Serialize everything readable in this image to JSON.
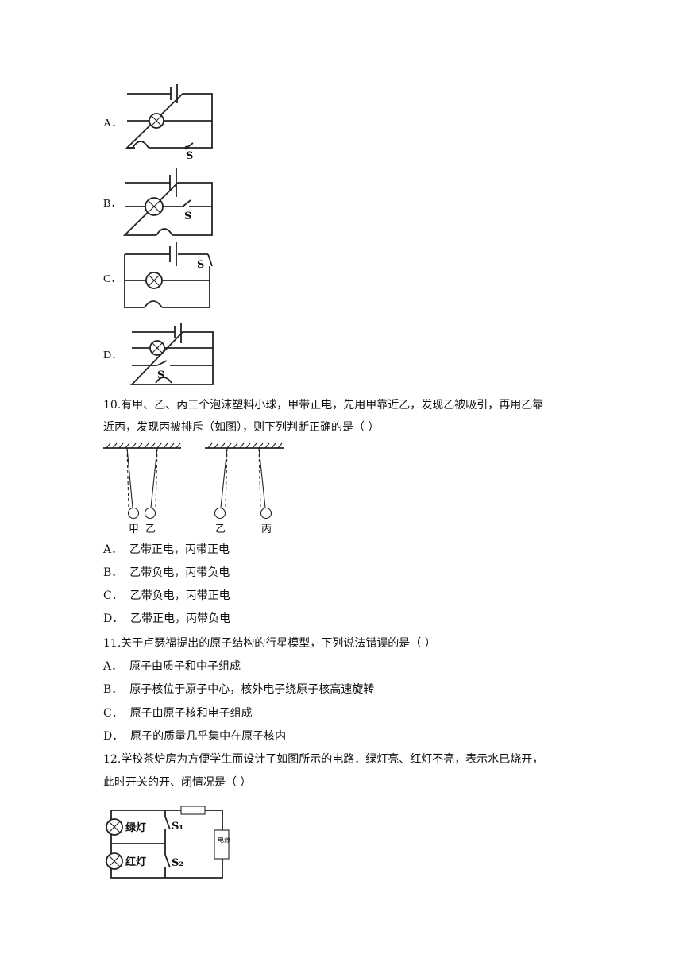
{
  "q9": {
    "options": [
      {
        "label": "A．",
        "switch_label": "S"
      },
      {
        "label": "B．",
        "switch_label": "S"
      },
      {
        "label": "C．",
        "switch_label": "S"
      },
      {
        "label": "D．",
        "switch_label": "S"
      }
    ]
  },
  "q10": {
    "stem_line1": "10.有甲、乙、丙三个泡沫塑料小球，甲带正电，先用甲靠近乙，发现乙被吸引，再用乙靠",
    "stem_line2": "近丙，发现丙被排斥（如图），则下列判断正确的是（   ）",
    "ball_labels": [
      "甲",
      "乙",
      "乙",
      "丙"
    ],
    "options": [
      {
        "label": "A．",
        "text": "乙带正电，丙带正电"
      },
      {
        "label": "B．",
        "text": "乙带负电，丙带负电"
      },
      {
        "label": "C．",
        "text": "乙带负电，丙带正电"
      },
      {
        "label": "D．",
        "text": "乙带正电，丙带负电"
      }
    ]
  },
  "q11": {
    "stem": "11.关于卢瑟福提出的原子结构的行星模型，下列说法错误的是（   ）",
    "options": [
      {
        "label": "A．",
        "text": "原子由质子和中子组成"
      },
      {
        "label": "B．",
        "text": "原子核位于原子中心，核外电子绕原子核高速旋转"
      },
      {
        "label": "C．",
        "text": "原子由原子核和电子组成"
      },
      {
        "label": "D．",
        "text": "原子的质量几乎集中在原子核内"
      }
    ]
  },
  "q12": {
    "stem_line1": "12.学校茶炉房为方便学生而设计了如图所示的电路．绿灯亮、红灯不亮，表示水已烧开，",
    "stem_line2": "此时开关的开、闭情况是（   ）",
    "green_lamp": "绿灯",
    "red_lamp": "红灯",
    "s1": "S₁",
    "s2": "S₂",
    "heater": "电源"
  }
}
